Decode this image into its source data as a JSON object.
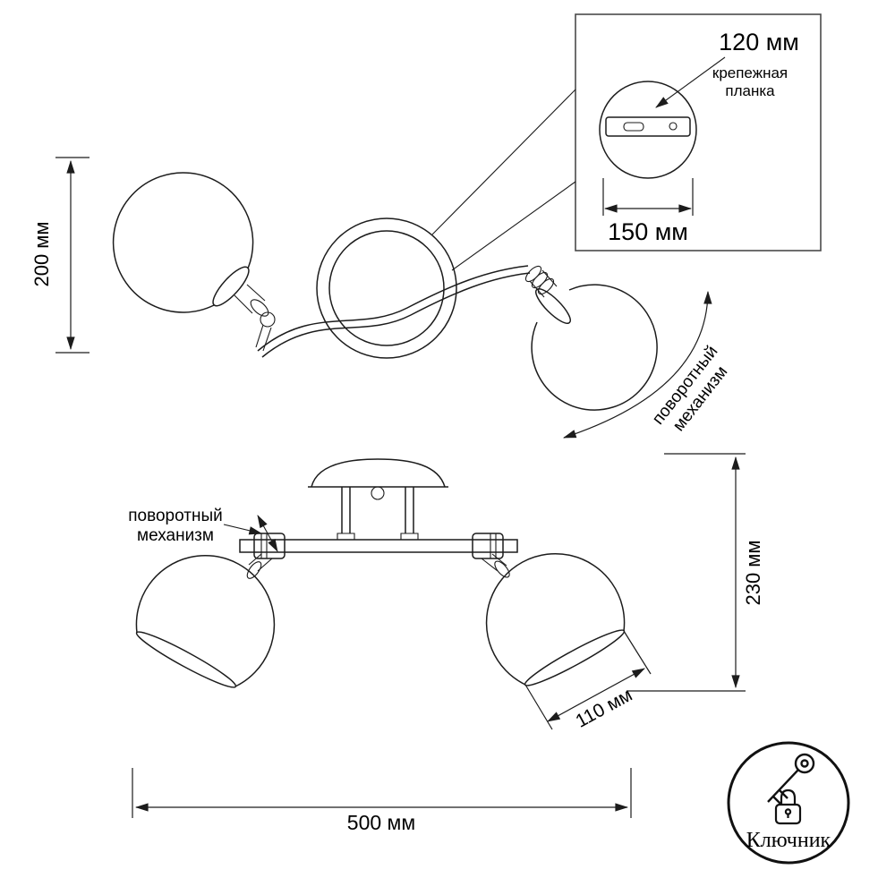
{
  "detail_view": {
    "dim_width": "120 мм",
    "plate_label_line1": "крепежная",
    "plate_label_line2": "планка",
    "dim_plate": "150 мм"
  },
  "dimensions": {
    "height_top_view": "200 мм",
    "height_front_view": "230 мм",
    "shade_opening": "110 мм",
    "overall_width": "500 мм"
  },
  "rotation_label": {
    "line1": "поворотный",
    "line2": "механизм"
  },
  "logo": {
    "brand": "Ключник"
  },
  "colors": {
    "line": "#1c1c1c",
    "background": "#ffffff"
  }
}
